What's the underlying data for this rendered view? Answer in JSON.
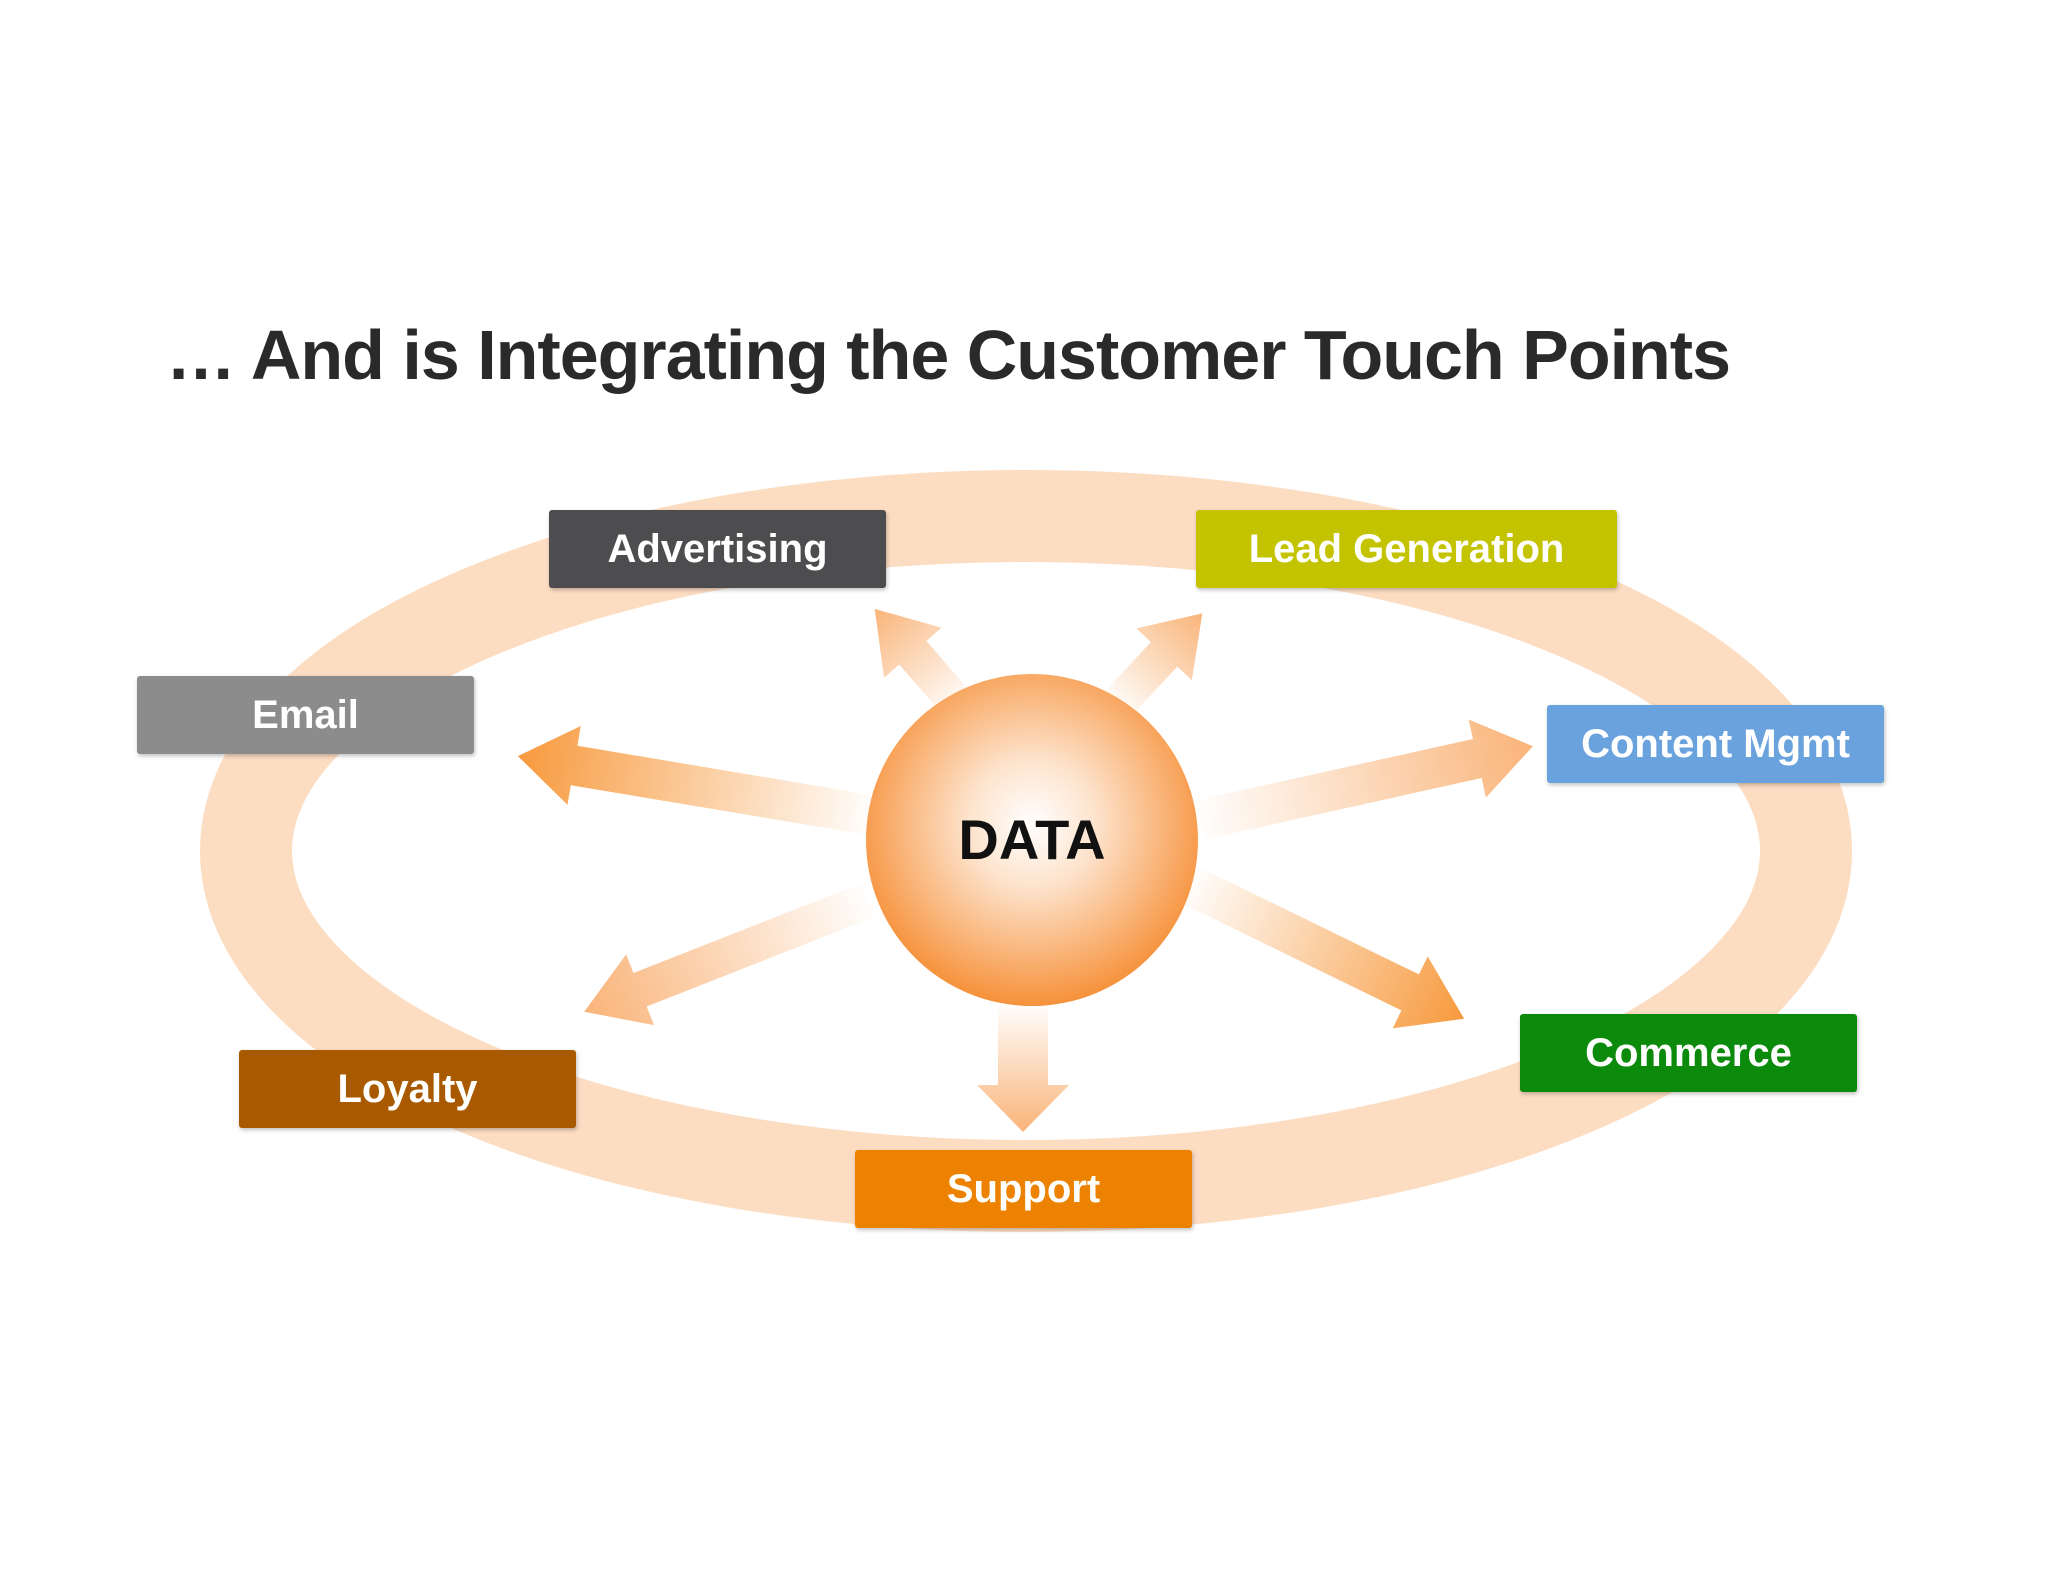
{
  "title": "… And is Integrating the Customer Touch Points",
  "center": {
    "label": "DATA"
  },
  "touchpoints": [
    {
      "label": "Advertising",
      "color": "#4d4d4f"
    },
    {
      "label": "Lead Generation",
      "color": "#c3c300"
    },
    {
      "label": "Email",
      "color": "#8c8c8c"
    },
    {
      "label": "Content Mgmt",
      "color": "#6aa2de"
    },
    {
      "label": "Loyalty",
      "color": "#a95a00"
    },
    {
      "label": "Commerce",
      "color": "#0b8a0b"
    },
    {
      "label": "Support",
      "color": "#ec8200"
    }
  ],
  "colors": {
    "ring": "#fdddc2",
    "arrow": "#f79a3e",
    "data_core": "#ffffff",
    "data_edge": "#f6913a"
  }
}
